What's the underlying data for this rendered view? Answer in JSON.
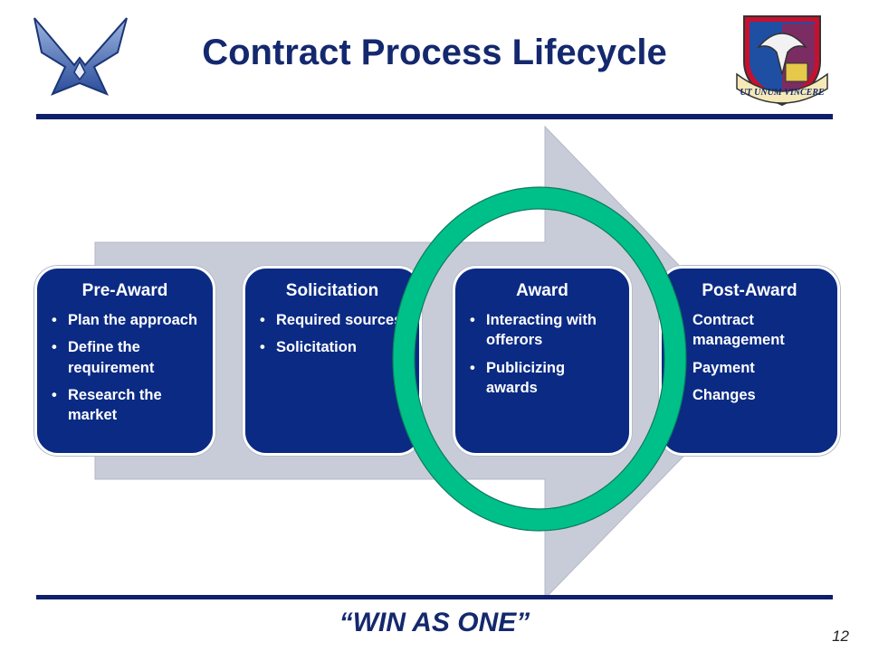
{
  "header": {
    "title": "Contract Process Lifecycle"
  },
  "logos": {
    "left": "air-force-symbol",
    "right": "wing-shield-emblem",
    "seal_motto": "UT UNUM VINCERE"
  },
  "stages": [
    {
      "title": "Pre-Award",
      "items": [
        "Plan the approach",
        "Define the requirement",
        "Research the market"
      ]
    },
    {
      "title": "Solicitation",
      "items": [
        "Required sources",
        "Solicitation"
      ]
    },
    {
      "title": "Award",
      "items": [
        "Interacting with offerors",
        "Publicizing awards"
      ]
    },
    {
      "title": "Post-Award",
      "items": [
        "Contract management",
        "Payment",
        "Changes"
      ]
    }
  ],
  "highlight": {
    "stage": "Award",
    "color": "#00c08a"
  },
  "colors": {
    "box": "#0a2a84",
    "arrow": "#c8ccd8",
    "title": "#14286e",
    "rule": "#0e1f6b"
  },
  "footer": {
    "slogan": "“WIN AS ONE”",
    "page_number": "12"
  }
}
